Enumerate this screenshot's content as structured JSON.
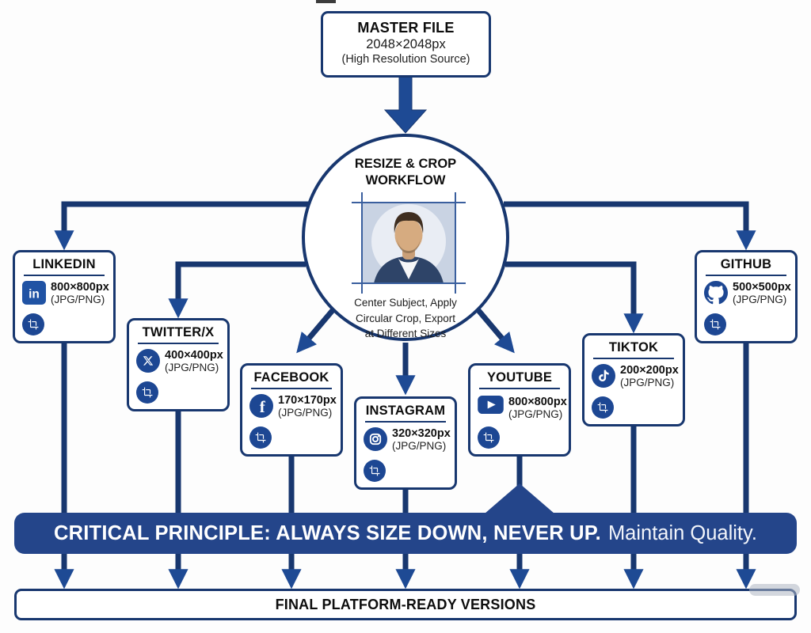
{
  "master": {
    "title": "MASTER FILE",
    "size": "2048×2048px",
    "subtitle": "(High Resolution Source)"
  },
  "workflow": {
    "title_line1": "RESIZE & CROP",
    "title_line2": "WORKFLOW",
    "caption_line1": "Center Subject, Apply",
    "caption_line2": "Circular Crop, Export",
    "caption_line3": "at Different Sizes",
    "portrait_icon": "man-portrait-with-crop-marks"
  },
  "platforms": [
    {
      "name": "LINKEDIN",
      "size": "800×800px",
      "format": "(JPG/PNG)",
      "icon": "linkedin-icon",
      "crop_icon": "crop-icon"
    },
    {
      "name": "TWITTER/X",
      "size": "400×400px",
      "format": "(JPG/PNG)",
      "icon": "twitter-x-icon",
      "crop_icon": "crop-icon"
    },
    {
      "name": "FACEBOOK",
      "size": "170×170px",
      "format": "(JPG/PNG)",
      "icon": "facebook-icon",
      "crop_icon": "crop-icon"
    },
    {
      "name": "INSTAGRAM",
      "size": "320×320px",
      "format": "(JPG/PNG)",
      "icon": "instagram-icon",
      "crop_icon": "crop-icon"
    },
    {
      "name": "YOUTUBE",
      "size": "800×800px",
      "format": "(JPG/PNG)",
      "icon": "youtube-icon",
      "crop_icon": "crop-icon"
    },
    {
      "name": "TIKTOK",
      "size": "200×200px",
      "format": "(JPG/PNG)",
      "icon": "tiktok-icon",
      "crop_icon": "crop-icon"
    },
    {
      "name": "GITHUB",
      "size": "500×500px",
      "format": "(JPG/PNG)",
      "icon": "github-icon",
      "crop_icon": "crop-icon"
    }
  ],
  "banner": {
    "bold_text": "CRITICAL PRINCIPLE: ALWAYS SIZE DOWN, NEVER UP.",
    "regular_text": "Maintain Quality."
  },
  "footer": {
    "title": "FINAL PLATFORM-READY VERSIONS"
  },
  "colors": {
    "line": "#18376f",
    "arrow": "#1e4a94",
    "banner": "#24458a",
    "icon_fill": "#1d4793",
    "linkedin_fill": "#2053a4",
    "text": "#111111",
    "background": "#ffffff"
  }
}
